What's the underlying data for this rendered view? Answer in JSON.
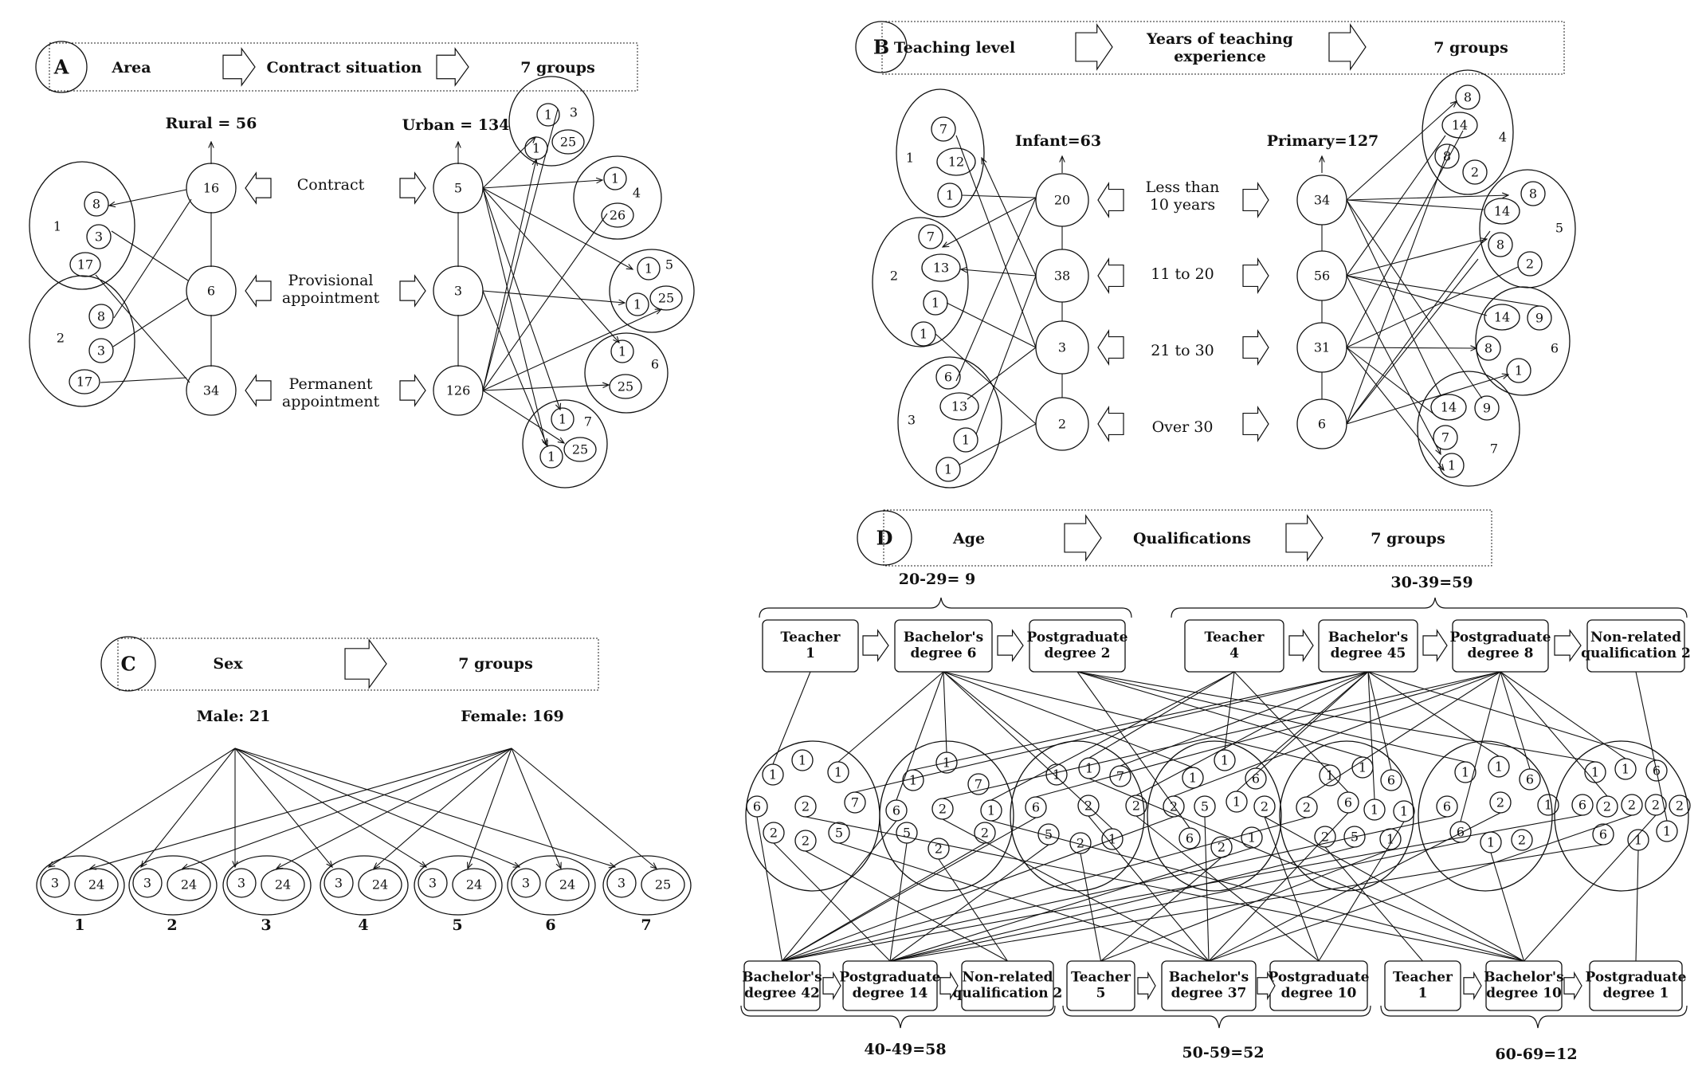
{
  "panels": {
    "A": {
      "letter": "A",
      "steps": [
        "Area",
        "Contract situation",
        "7 groups"
      ],
      "left_total": "Rural = 56",
      "right_total": "Urban = 134",
      "categories": [
        {
          "label": "Contract",
          "rural": "16",
          "urban": "5"
        },
        {
          "label": "Provisional appointment",
          "rural": "6",
          "urban": "3"
        },
        {
          "label": "Permanent appointment",
          "rural": "34",
          "urban": "126"
        }
      ],
      "groups": [
        {
          "id": "1",
          "values": [
            "8",
            "3",
            "17"
          ]
        },
        {
          "id": "2",
          "values": [
            "8",
            "3",
            "17"
          ]
        },
        {
          "id": "3",
          "values": [
            "1",
            "1",
            "25"
          ]
        },
        {
          "id": "4",
          "values": [
            "1",
            "26"
          ]
        },
        {
          "id": "5",
          "values": [
            "1",
            "1",
            "25"
          ]
        },
        {
          "id": "6",
          "values": [
            "1",
            "25"
          ]
        },
        {
          "id": "7",
          "values": [
            "1",
            "1",
            "25"
          ]
        }
      ]
    },
    "B": {
      "letter": "B",
      "steps": [
        "Teaching level",
        "Years of teaching experience",
        "7 groups"
      ],
      "left_total": "Infant=63",
      "right_total": "Primary=127",
      "categories": [
        {
          "label": "Less than 10 years",
          "infant": "20",
          "primary": "34"
        },
        {
          "label": "11 to 20",
          "infant": "38",
          "primary": "56"
        },
        {
          "label": "21 to 30",
          "infant": "3",
          "primary": "31"
        },
        {
          "label": "Over 30",
          "infant": "2",
          "primary": "6"
        }
      ],
      "groups": [
        {
          "id": "1",
          "values": [
            "7",
            "12",
            "1"
          ]
        },
        {
          "id": "2",
          "values": [
            "7",
            "13",
            "1",
            "1"
          ]
        },
        {
          "id": "3",
          "values": [
            "6",
            "13",
            "1",
            "1"
          ]
        },
        {
          "id": "4",
          "values": [
            "8",
            "14",
            "8",
            "2"
          ]
        },
        {
          "id": "5",
          "values": [
            "8",
            "14",
            "8",
            "2"
          ]
        },
        {
          "id": "6",
          "values": [
            "14",
            "9",
            "8",
            "1"
          ]
        },
        {
          "id": "7",
          "values": [
            "14",
            "9",
            "7",
            "1"
          ]
        }
      ]
    },
    "C": {
      "letter": "C",
      "steps": [
        "Sex",
        "7 groups"
      ],
      "male": "Male: 21",
      "female": "Female: 169",
      "groups": [
        {
          "id": "1",
          "male": "3",
          "female": "24"
        },
        {
          "id": "2",
          "male": "3",
          "female": "24"
        },
        {
          "id": "3",
          "male": "3",
          "female": "24"
        },
        {
          "id": "4",
          "male": "3",
          "female": "24"
        },
        {
          "id": "5",
          "male": "3",
          "female": "24"
        },
        {
          "id": "6",
          "male": "3",
          "female": "24"
        },
        {
          "id": "7",
          "male": "3",
          "female": "25"
        }
      ]
    },
    "D": {
      "letter": "D",
      "steps": [
        "Age",
        "Qualifications",
        "7 groups"
      ],
      "age_top": [
        {
          "label": "20-29= 9",
          "boxes": [
            [
              "Teacher",
              "1"
            ],
            [
              "Bachelor's",
              "degree 6"
            ],
            [
              "Postgraduate",
              "degree 2"
            ]
          ]
        },
        {
          "label": "30-39=59",
          "boxes": [
            [
              "Teacher",
              "4"
            ],
            [
              "Bachelor's",
              "degree 45"
            ],
            [
              "Postgraduate",
              "degree 8"
            ],
            [
              "Non-related",
              "qualification 2"
            ]
          ]
        }
      ],
      "age_bottom": [
        {
          "label": "40-49=58",
          "boxes": [
            [
              "Bachelor's",
              "degree 42"
            ],
            [
              "Postgraduate",
              "degree  14"
            ],
            [
              "Non-related",
              "qualification 2"
            ]
          ]
        },
        {
          "label": "50-59=52",
          "boxes": [
            [
              "Teacher",
              "5"
            ],
            [
              "Bachelor's",
              "degree 37"
            ],
            [
              "Postgraduate",
              "degree  10"
            ]
          ]
        },
        {
          "label": "60-69=12",
          "boxes": [
            [
              "Teacher",
              "1"
            ],
            [
              "Bachelor's",
              "degree 10"
            ],
            [
              "Postgraduate",
              "degree  1"
            ]
          ]
        }
      ],
      "group_nodes": [
        [
          "1",
          "1",
          "1",
          "7",
          "6",
          "2",
          "2",
          "2",
          "5"
        ],
        [
          "1",
          "1",
          "7",
          "6",
          "2",
          "1",
          "2",
          "5",
          "2"
        ],
        [
          "1",
          "1",
          "7",
          "6",
          "2",
          "2",
          "1",
          "5",
          "2"
        ],
        [
          "1",
          "1",
          "6",
          "2",
          "5",
          "1",
          "2",
          "1",
          "6",
          "2"
        ],
        [
          "1",
          "1",
          "6",
          "2",
          "6",
          "1",
          "1",
          "5",
          "2",
          "1"
        ],
        [
          "1",
          "1",
          "6",
          "6",
          "2",
          "1",
          "6",
          "1",
          "2"
        ],
        [
          "1",
          "1",
          "6",
          "6",
          "2",
          "2",
          "2",
          "2",
          "6",
          "1",
          "1"
        ]
      ]
    }
  }
}
